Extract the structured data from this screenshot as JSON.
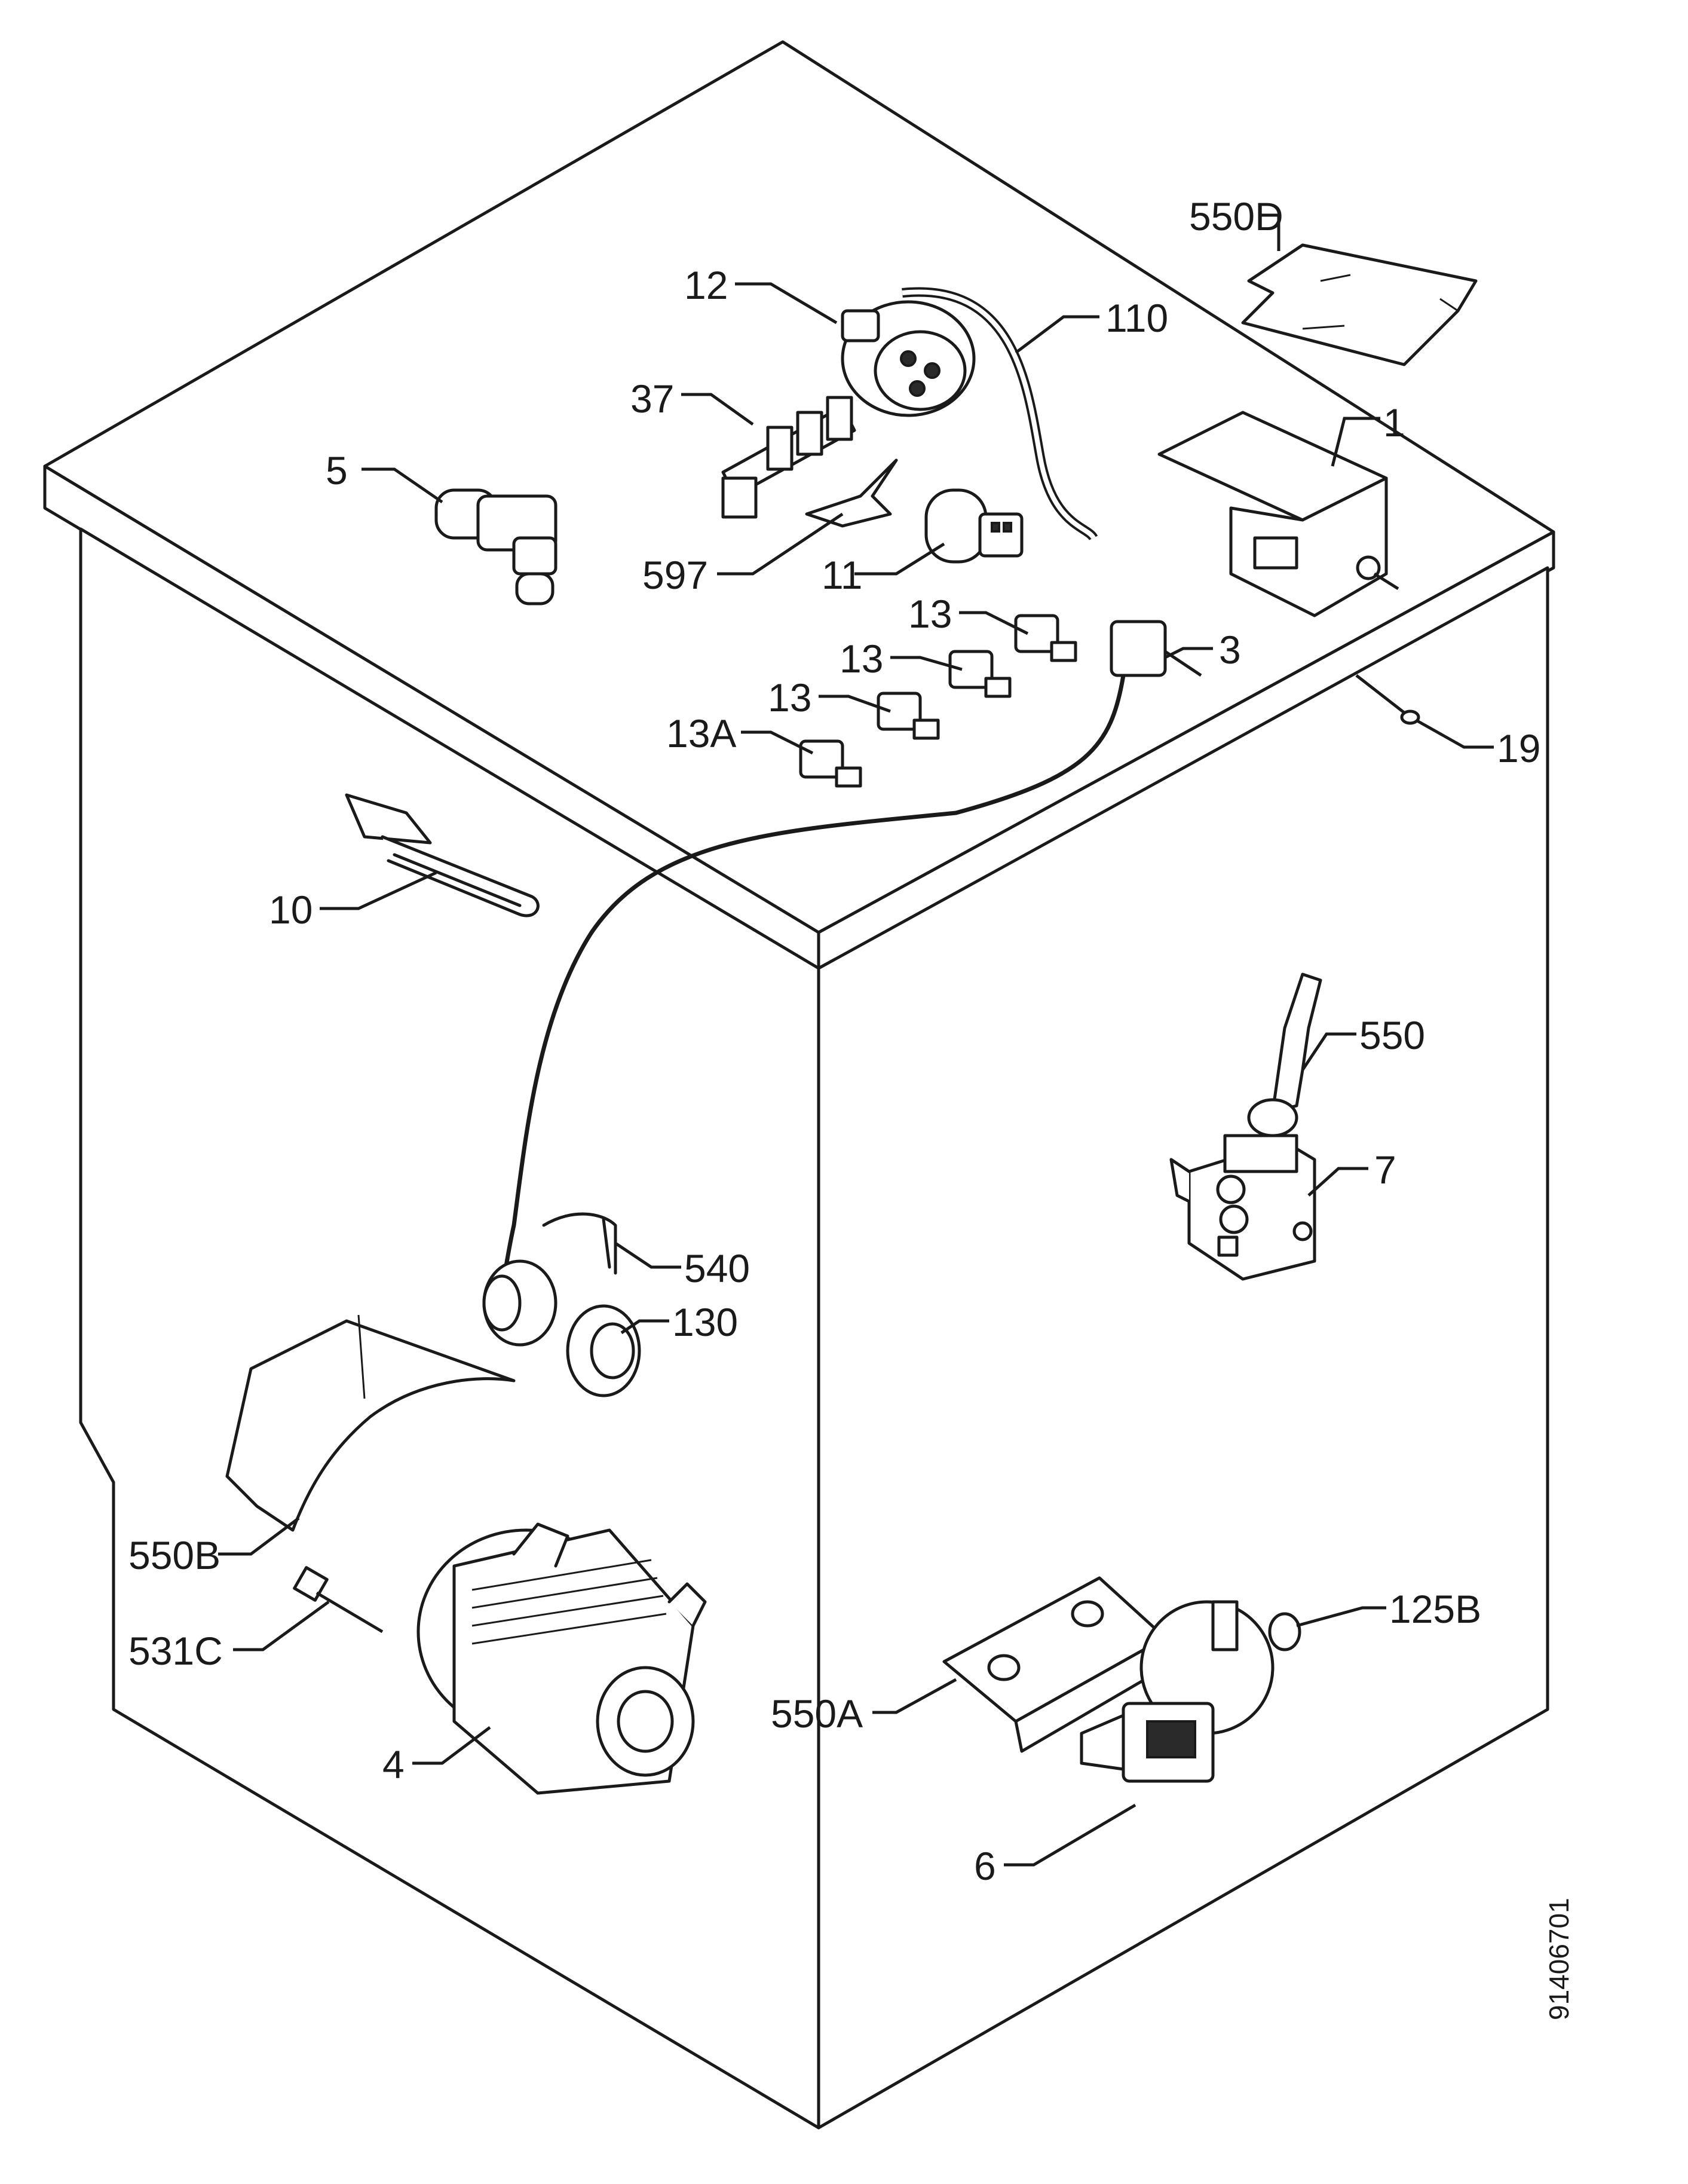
{
  "document_number": "91406701",
  "callouts": {
    "c550D": "550D",
    "c12": "12",
    "c110": "110",
    "c37": "37",
    "c1": "1",
    "c5": "5",
    "c597": "597",
    "c11": "11",
    "c13a": "13",
    "c13b": "13",
    "c13c": "13",
    "c13A": "13A",
    "c3": "3",
    "c19": "19",
    "c10": "10",
    "c550": "550",
    "c7": "7",
    "c540": "540",
    "c130": "130",
    "c550B": "550B",
    "c531C": "531C",
    "c4": "4",
    "c125B": "125B",
    "c550A": "550A",
    "c6": "6"
  }
}
